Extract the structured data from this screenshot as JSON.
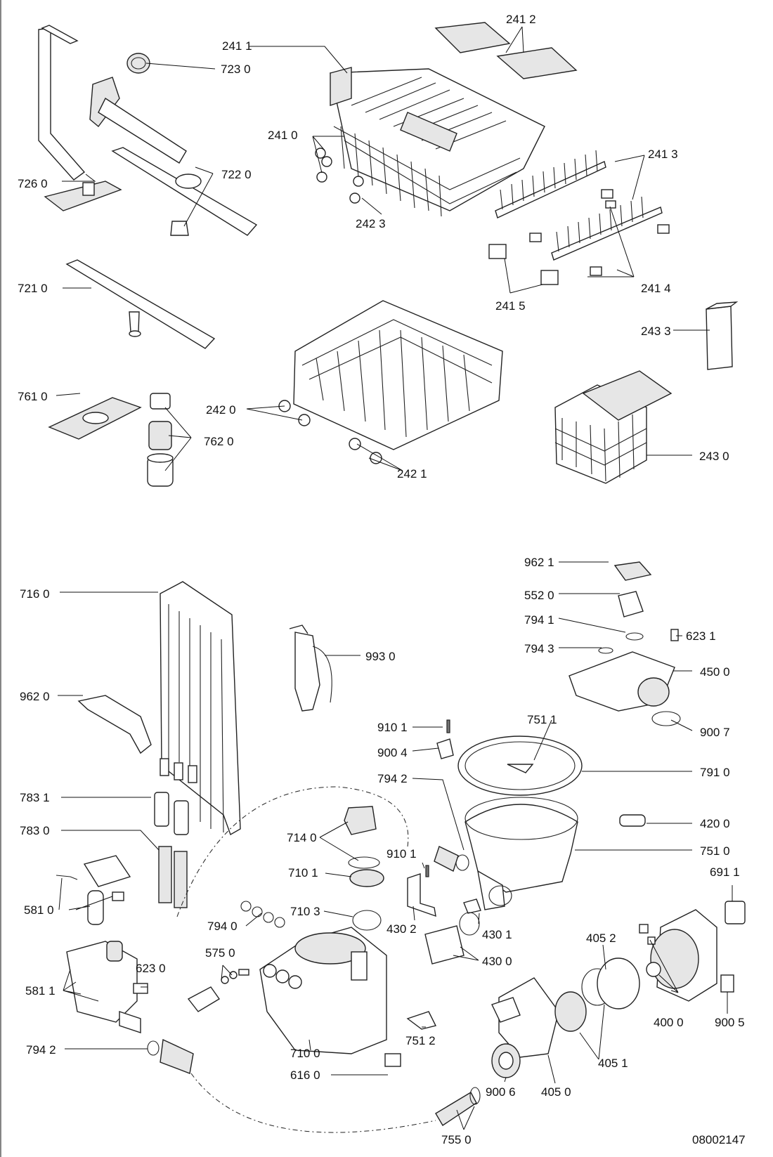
{
  "labels": {
    "l2411": "241 1",
    "l2412": "241 2",
    "l7230": "723 0",
    "l2410": "241 0",
    "l2413": "241 3",
    "l7260": "726 0",
    "l7220": "722 0",
    "l2423": "242 3",
    "l7210": "721 0",
    "l2414": "241 4",
    "l2415": "241 5",
    "l2433": "243 3",
    "l7610": "761 0",
    "l2420": "242 0",
    "l7620": "762 0",
    "l2421": "242 1",
    "l2430": "243 0",
    "l9621": "962 1",
    "l5520": "552 0",
    "l7160": "716 0",
    "l7941": "794 1",
    "l6231": "623 1",
    "l7943": "794 3",
    "l9930": "993 0",
    "l4500": "450 0",
    "l9620": "962 0",
    "l7511": "751 1",
    "l9101a": "910 1",
    "l9007": "900 7",
    "l9004": "900 4",
    "l7910": "791 0",
    "l7942a": "794 2",
    "l7831": "783 1",
    "l4200": "420 0",
    "l7830": "783 0",
    "l7140": "714 0",
    "l7510": "751 0",
    "l9101b": "910 1",
    "l6911": "691 1",
    "l7101": "710 1",
    "l5810": "581 0",
    "l7103": "710 3",
    "l4302": "430 2",
    "l4301": "430 1",
    "l4052": "405 2",
    "l7940": "794 0",
    "l5750": "575 0",
    "l4300": "430 0",
    "l6230": "623 0",
    "l5811": "581 1",
    "l4000": "400 0",
    "l9005": "900 5",
    "l7512": "751 2",
    "l4051": "405 1",
    "l7942b": "794 2",
    "l7100": "710 0",
    "l6160": "616 0",
    "l9006": "900 6",
    "l4050": "405 0",
    "l7550": "755 0"
  },
  "drawing_number": "08002147"
}
